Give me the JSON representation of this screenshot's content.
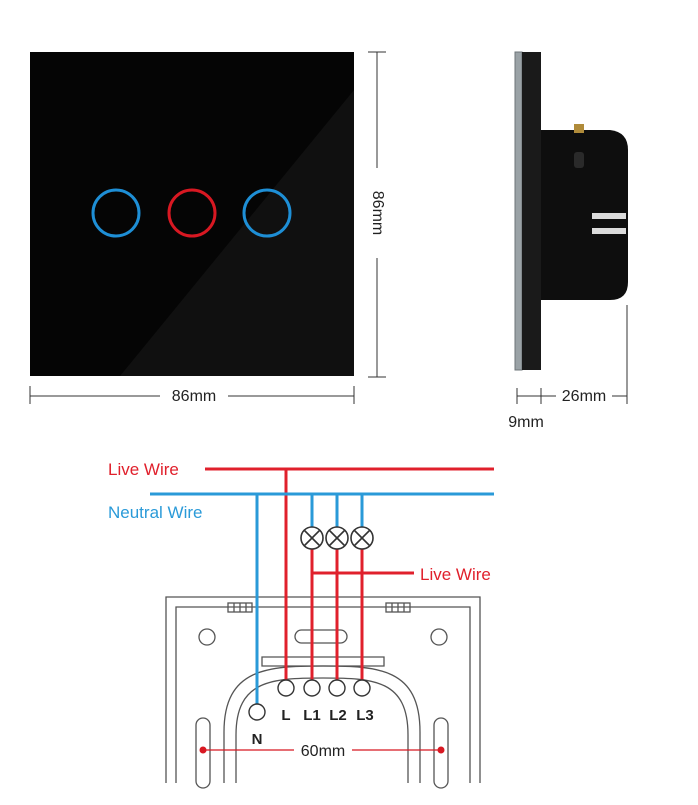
{
  "dimensions": {
    "width_label": "86mm",
    "height_label": "86mm",
    "depth_label": "26mm",
    "glass_label": "9mm",
    "mount_spacing_label": "60mm"
  },
  "wiring": {
    "live_wire_label": "Live Wire",
    "neutral_wire_label": "Neutral Wire",
    "load_live_wire_label": "Live Wire",
    "terminals": [
      "N",
      "L",
      "L1",
      "L2",
      "L3"
    ]
  },
  "colors": {
    "live": "#e0202c",
    "neutral": "#2a9ad8",
    "panel": "#050505",
    "touch_blue": "#1e8fd6",
    "touch_red": "#d81822"
  },
  "icons": {
    "lamp": "lamp-icon",
    "touch_button": "touch-button-icon"
  }
}
